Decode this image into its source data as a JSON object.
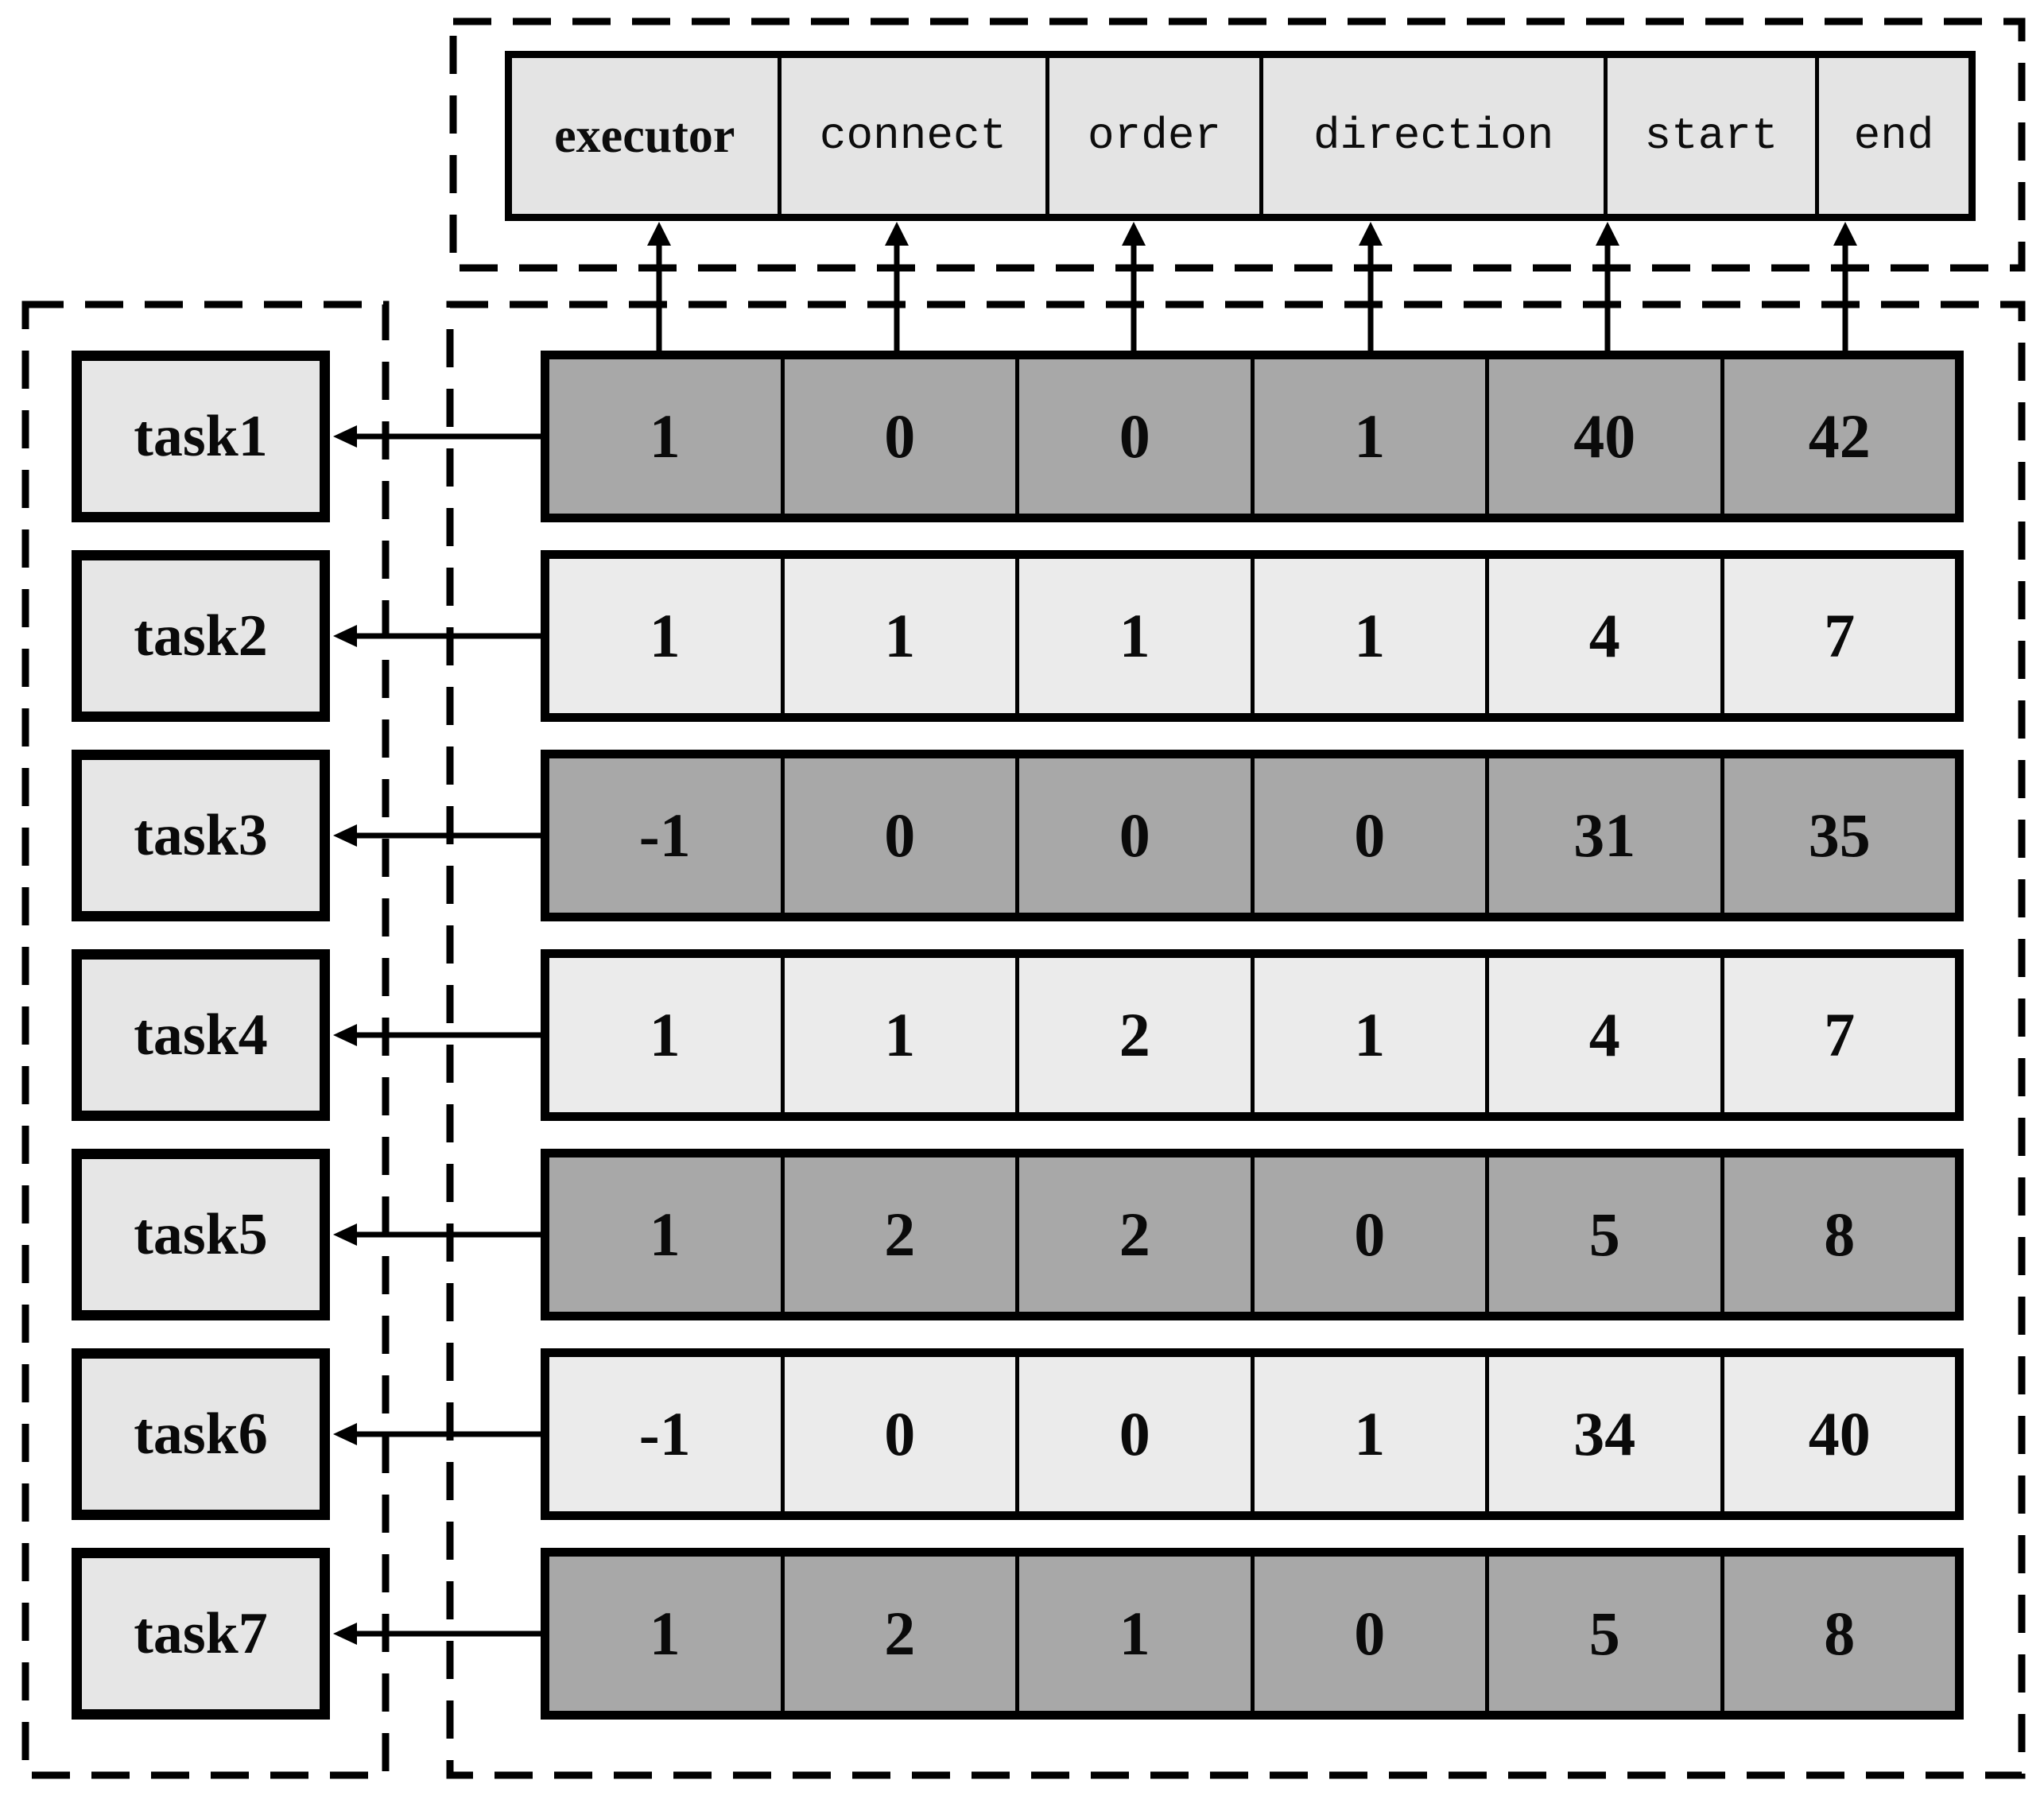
{
  "diagram": {
    "title_note": "task-to-attribute-vector mapping diagram",
    "columns": [
      "executor",
      "connect",
      "order",
      "direction",
      "start",
      "end"
    ],
    "tasks": [
      "task1",
      "task2",
      "task3",
      "task4",
      "task5",
      "task6",
      "task7"
    ],
    "rows": [
      {
        "task": "task1",
        "shade": "dark",
        "values": [
          "1",
          "0",
          "0",
          "1",
          "40",
          "42"
        ]
      },
      {
        "task": "task2",
        "shade": "light",
        "values": [
          "1",
          "1",
          "1",
          "1",
          "4",
          "7"
        ]
      },
      {
        "task": "task3",
        "shade": "dark",
        "values": [
          "-1",
          "0",
          "0",
          "0",
          "31",
          "35"
        ]
      },
      {
        "task": "task4",
        "shade": "light",
        "values": [
          "1",
          "1",
          "2",
          "1",
          "4",
          "7"
        ]
      },
      {
        "task": "task5",
        "shade": "dark",
        "values": [
          "1",
          "2",
          "2",
          "0",
          "5",
          "8"
        ]
      },
      {
        "task": "task6",
        "shade": "light",
        "values": [
          "-1",
          "0",
          "0",
          "1",
          "34",
          "40"
        ]
      },
      {
        "task": "task7",
        "shade": "dark",
        "values": [
          "1",
          "2",
          "1",
          "0",
          "5",
          "8"
        ]
      }
    ],
    "colors": {
      "row_dark": "#a8a8a8",
      "row_light": "#ebebeb",
      "header_fill": "#e4e4e4",
      "task_fill": "#e6e6e6",
      "border": "#000000",
      "background": "#ffffff"
    }
  }
}
